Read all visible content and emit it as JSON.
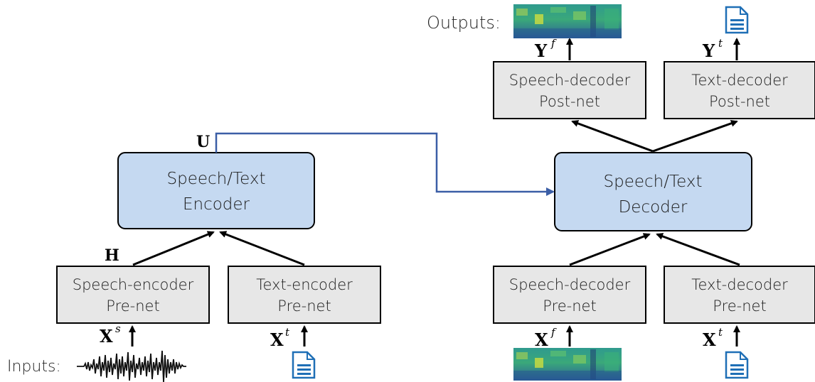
{
  "outputs_label": "Outputs:",
  "inputs_label": "Inputs:",
  "encoder": {
    "line1": "Speech/Text",
    "line2": "Encoder"
  },
  "decoder": {
    "line1": "Speech/Text",
    "line2": "Decoder"
  },
  "speech_encoder_prenet": {
    "line1": "Speech-encoder",
    "line2": "Pre-net"
  },
  "text_encoder_prenet": {
    "line1": "Text-encoder",
    "line2": "Pre-net"
  },
  "speech_decoder_prenet": {
    "line1": "Speech-decoder",
    "line2": "Pre-net"
  },
  "text_decoder_prenet": {
    "line1": "Text-decoder",
    "line2": "Pre-net"
  },
  "speech_decoder_postnet": {
    "line1": "Speech-decoder",
    "line2": "Post-net"
  },
  "text_decoder_postnet": {
    "line1": "Text-decoder",
    "line2": "Post-net"
  },
  "symbols": {
    "U": "U",
    "H": "H",
    "X": "X",
    "Y": "Y",
    "sup_s": "s",
    "sup_t": "t",
    "sup_f": "f"
  },
  "colors": {
    "blue_box": "#c5d9f1",
    "gray_box": "#e7e7e7",
    "connector": "#3b5ea6",
    "doc_icon": "#1f6fb6"
  },
  "icons": [
    "waveform-icon",
    "spectrogram-icon",
    "document-icon"
  ]
}
